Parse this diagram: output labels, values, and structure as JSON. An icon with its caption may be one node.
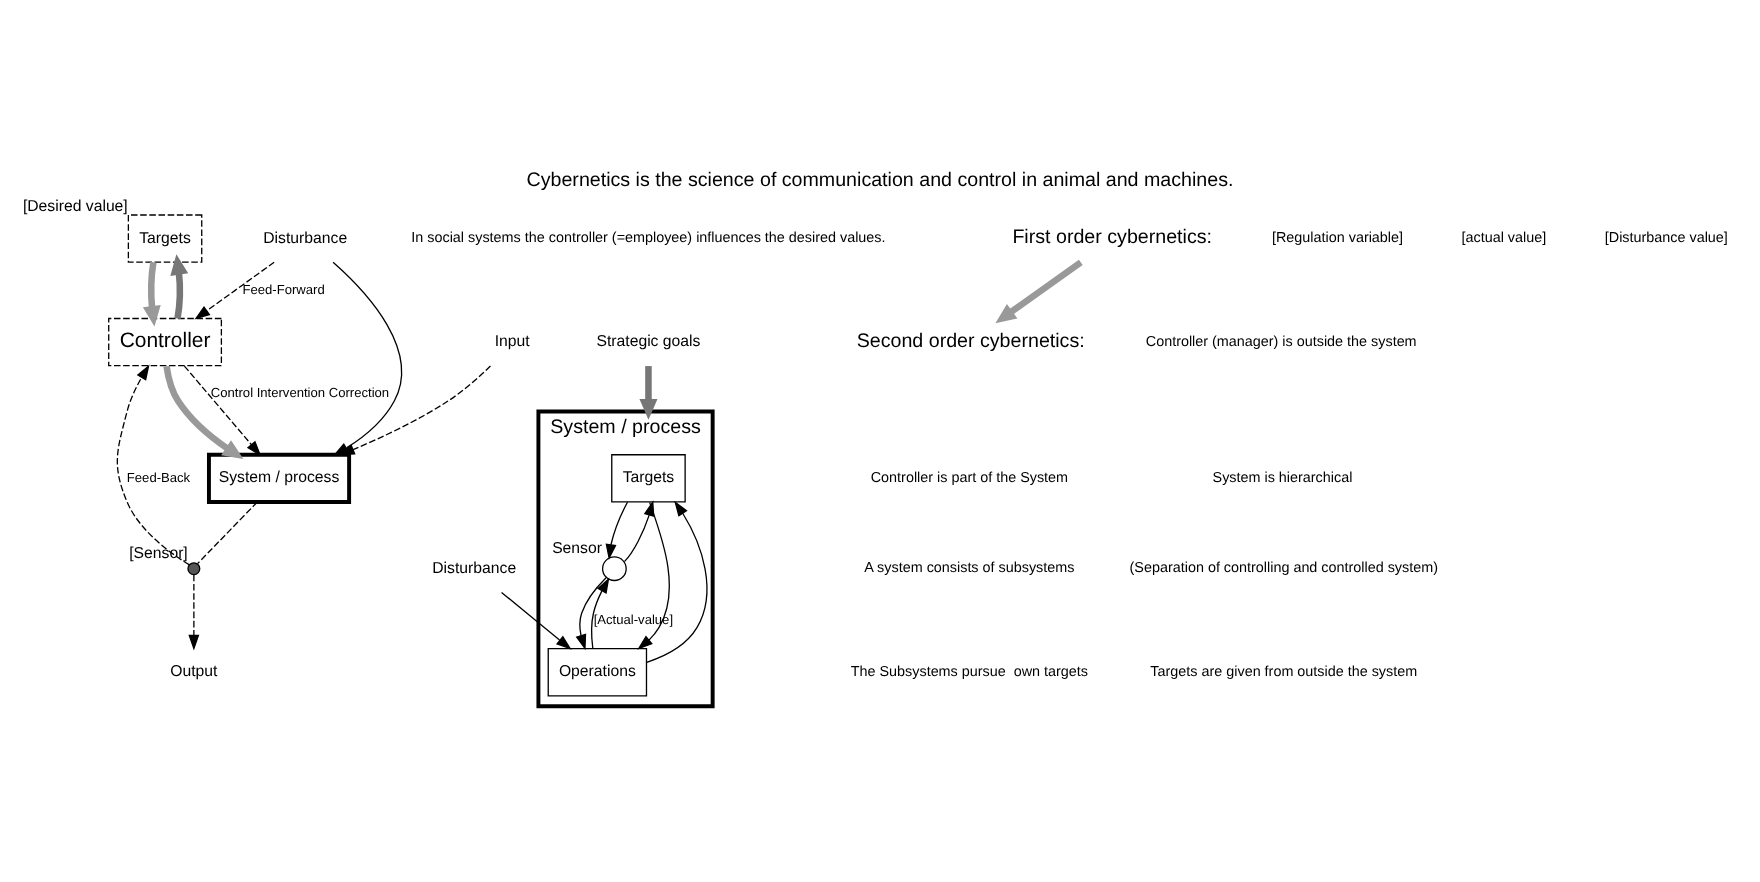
{
  "diagram": {
    "title": "Cybernetics is the science of communication and control in animal and machines.",
    "nodes": [
      {
        "text": [
          "Targets"
        ],
        "beside": [
          "[Desired value]"
        ]
      },
      {
        "text": [
          "Controller"
        ]
      },
      {
        "text": [
          "Input"
        ]
      },
      {
        "text": [
          "System / process"
        ]
      },
      {
        "text": [],
        "shape": "circle",
        "beside": [
          "[Sensor]"
        ]
      },
      {
        "text": [
          "Output"
        ]
      },
      {
        "text": [
          "Disturbance"
        ]
      },
      {
        "text": [
          "Strategic goals"
        ]
      },
      {
        "text": [
          "System / process"
        ]
      },
      {
        "text": [
          "Targets"
        ],
        "in": 8
      },
      {
        "text": [],
        "shape": "circle",
        "beside": [
          "Sensor"
        ],
        "in": 8
      },
      {
        "text": [
          "Operations"
        ],
        "in": 8
      },
      {
        "text": [
          "Disturbance"
        ]
      },
      {
        "text": [
          "First order cybernetics:"
        ]
      },
      {
        "text": [
          "Second order cybernetics:"
        ]
      }
    ],
    "edges": [
      {
        "from": 0,
        "to": 1,
        "arrow": "to",
        "style": "thick",
        "color": "#999999"
      },
      {
        "from": 1,
        "to": 0,
        "arrow": "to",
        "style": "thick",
        "color": "#777777"
      },
      {
        "from": 1,
        "to": 3,
        "arrow": "to",
        "style": "thick",
        "color": "#999999"
      },
      {
        "from": 1,
        "to": 3,
        "arrow": "to",
        "style": "dashed",
        "label": "Control Intervention Correction"
      },
      {
        "from": 2,
        "to": 3,
        "arrow": "to",
        "style": "dashed"
      },
      {
        "from": 3,
        "to": 4,
        "arrow": "none",
        "style": "dashed"
      },
      {
        "from": 4,
        "to": 5,
        "arrow": "to",
        "style": "dashed"
      },
      {
        "from": 4,
        "to": 1,
        "arrow": "to",
        "style": "dashed",
        "label": "Feed-Back"
      },
      {
        "from": 6,
        "to": 3,
        "arrow": "to"
      },
      {
        "from": 6,
        "to": 1,
        "arrow": "to",
        "style": "dashed",
        "label": "Feed-Forward"
      },
      {
        "from": 7,
        "to": 8,
        "arrow": "to",
        "style": "thick",
        "color": "#777777"
      },
      {
        "from": 9,
        "to": 11,
        "arrow": "to"
      },
      {
        "from": 11,
        "to": 9,
        "arrow": "to"
      },
      {
        "from": 9,
        "to": 10,
        "arrow": "to"
      },
      {
        "from": 11,
        "to": 10,
        "arrow": "to",
        "label": "[Actual-value]"
      },
      {
        "from": 10,
        "to": 9,
        "arrow": "to"
      },
      {
        "from": 10,
        "to": 11,
        "arrow": "to"
      },
      {
        "from": 12,
        "to": 11,
        "arrow": "to"
      },
      {
        "from": 13,
        "to": 14,
        "arrow": "to",
        "style": "thick",
        "color": "#999999"
      }
    ],
    "labels": [
      "[Regulation variable]",
      "[actual value]",
      "[Disturbance value]",
      "In social systems the controller (=employee) influences the desired values.",
      "Controller (manager) is outside the system",
      "System is hierarchical",
      "(Separation of controlling and controlled system)",
      "Targets are given from outside the system",
      "Controller is part of the System",
      "A system consists of subsystems",
      "The Subsystems pursue  own targets"
    ]
  }
}
